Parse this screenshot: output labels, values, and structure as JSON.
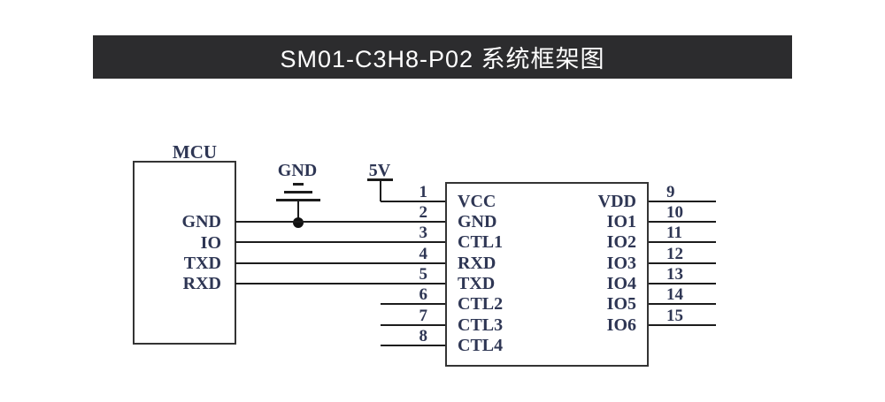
{
  "title_bar": {
    "text": "SM01-C3H8-P02 系统框架图",
    "bg": "#2c2c2e",
    "fg": "#ffffff"
  },
  "mcu": {
    "label": "MCU",
    "pins": [
      "GND",
      "IO",
      "TXD",
      "RXD"
    ]
  },
  "module": {
    "left_pins": [
      {
        "num": "1",
        "name": "VCC"
      },
      {
        "num": "2",
        "name": "GND"
      },
      {
        "num": "3",
        "name": "CTL1"
      },
      {
        "num": "4",
        "name": "RXD"
      },
      {
        "num": "5",
        "name": "TXD"
      },
      {
        "num": "6",
        "name": "CTL2"
      },
      {
        "num": "7",
        "name": "CTL3"
      },
      {
        "num": "8",
        "name": "CTL4"
      }
    ],
    "right_pins": [
      {
        "num": "9",
        "name": "VDD"
      },
      {
        "num": "10",
        "name": "IO1"
      },
      {
        "num": "11",
        "name": "IO2"
      },
      {
        "num": "12",
        "name": "IO3"
      },
      {
        "num": "13",
        "name": "IO4"
      },
      {
        "num": "14",
        "name": "IO5"
      },
      {
        "num": "15",
        "name": "IO6"
      }
    ]
  },
  "power": {
    "ground_label": "GND",
    "supply_label": "5V"
  },
  "colors": {
    "wire": "#1c1c1c",
    "schematic_text": "#2e3654",
    "box_border": "#343434"
  }
}
